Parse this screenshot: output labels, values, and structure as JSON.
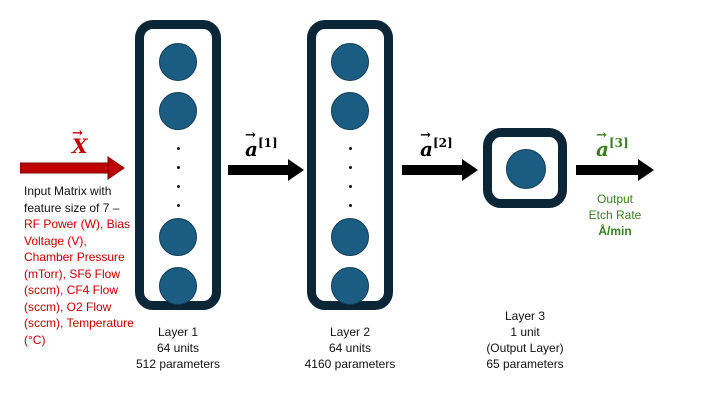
{
  "colors": {
    "input_accent": "#c00000",
    "output_accent": "#3a7d22",
    "box_border": "#0b2636",
    "node_fill": "#1b5d82",
    "arrow": "#000000"
  },
  "input": {
    "symbol": "X",
    "description_prefix": "Input Matrix with feature size of 7 – ",
    "features": "RF Power (W), Bias Voltage (V), Chamber Pressure (mTorr), SF6 Flow (sccm), CF4 Flow (sccm), O2 Flow (sccm), Temperature (°C)"
  },
  "activations": [
    {
      "symbol": "a",
      "index": "[1]"
    },
    {
      "symbol": "a",
      "index": "[2]"
    },
    {
      "symbol": "a",
      "index": "[3]"
    }
  ],
  "layers": [
    {
      "name": "Layer 1",
      "units": "64 units",
      "extra": "",
      "params": "512 parameters"
    },
    {
      "name": "Layer 2",
      "units": "64 units",
      "extra": "",
      "params": "4160 parameters"
    },
    {
      "name": "Layer 3",
      "units": "1 unit",
      "extra": "(Output Layer)",
      "params": "65 parameters"
    }
  ],
  "output": {
    "line1": "Output",
    "line2": "Etch Rate",
    "unit": "Å/min"
  },
  "ellipsis": "·"
}
